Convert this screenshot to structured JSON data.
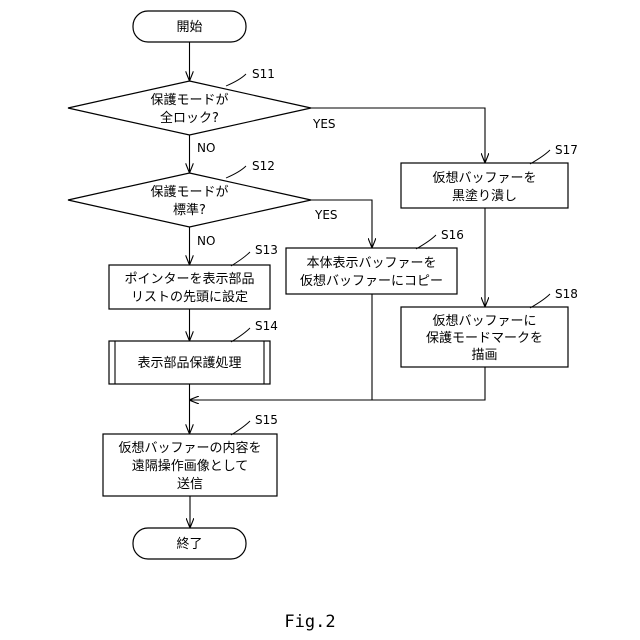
{
  "nodes": {
    "start": "開始",
    "s11_line1": "保護モードが",
    "s11_line2": "全ロック?",
    "s12_line1": "保護モードが",
    "s12_line2": "標準?",
    "s13_line1": "ポインターを表示部品",
    "s13_line2": "リストの先頭に設定",
    "s14": "表示部品保護処理",
    "s15_line1": "仮想バッファーの内容を",
    "s15_line2": "遠隔操作画像として",
    "s15_line3": "送信",
    "s16_line1": "本体表示バッファーを",
    "s16_line2": "仮想バッファーにコピー",
    "s17_line1": "仮想バッファーを",
    "s17_line2": "黒塗り潰し",
    "s18_line1": "仮想バッファーに",
    "s18_line2": "保護モードマークを",
    "s18_line3": "描画",
    "end": "終了"
  },
  "step_labels": {
    "s11": "S11",
    "s12": "S12",
    "s13": "S13",
    "s14": "S14",
    "s15": "S15",
    "s16": "S16",
    "s17": "S17",
    "s18": "S18"
  },
  "branch_labels": {
    "s11_yes": "YES",
    "s11_no": "NO",
    "s12_yes": "YES",
    "s12_no": "NO"
  },
  "caption": "Fig.2"
}
